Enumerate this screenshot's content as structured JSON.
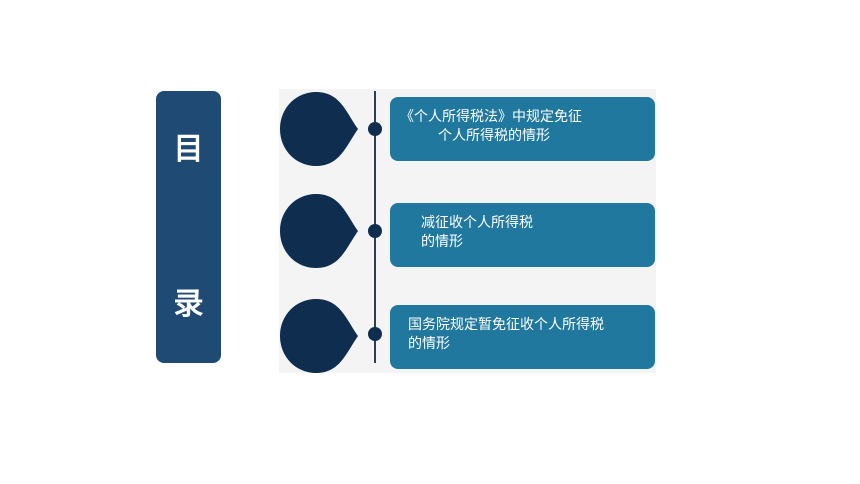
{
  "toc": {
    "char1": "目",
    "char2": "录"
  },
  "items": [
    {
      "line1": "《个人所得税法》中规定免征",
      "line2": "个人所得税的情形"
    },
    {
      "line1": "减征收个人所得税",
      "line2": "的情形"
    },
    {
      "line1": "国务院规定暂免征收个人所得税",
      "line2": "的情形"
    }
  ],
  "colors": {
    "label_bg": "#1e4a73",
    "drop_fill": "#0e2d4f",
    "item_bg": "#20789e",
    "panel_bg": "#f4f4f4"
  },
  "icons": [
    "teardrop-marker-icon",
    "timeline-dot-icon"
  ]
}
